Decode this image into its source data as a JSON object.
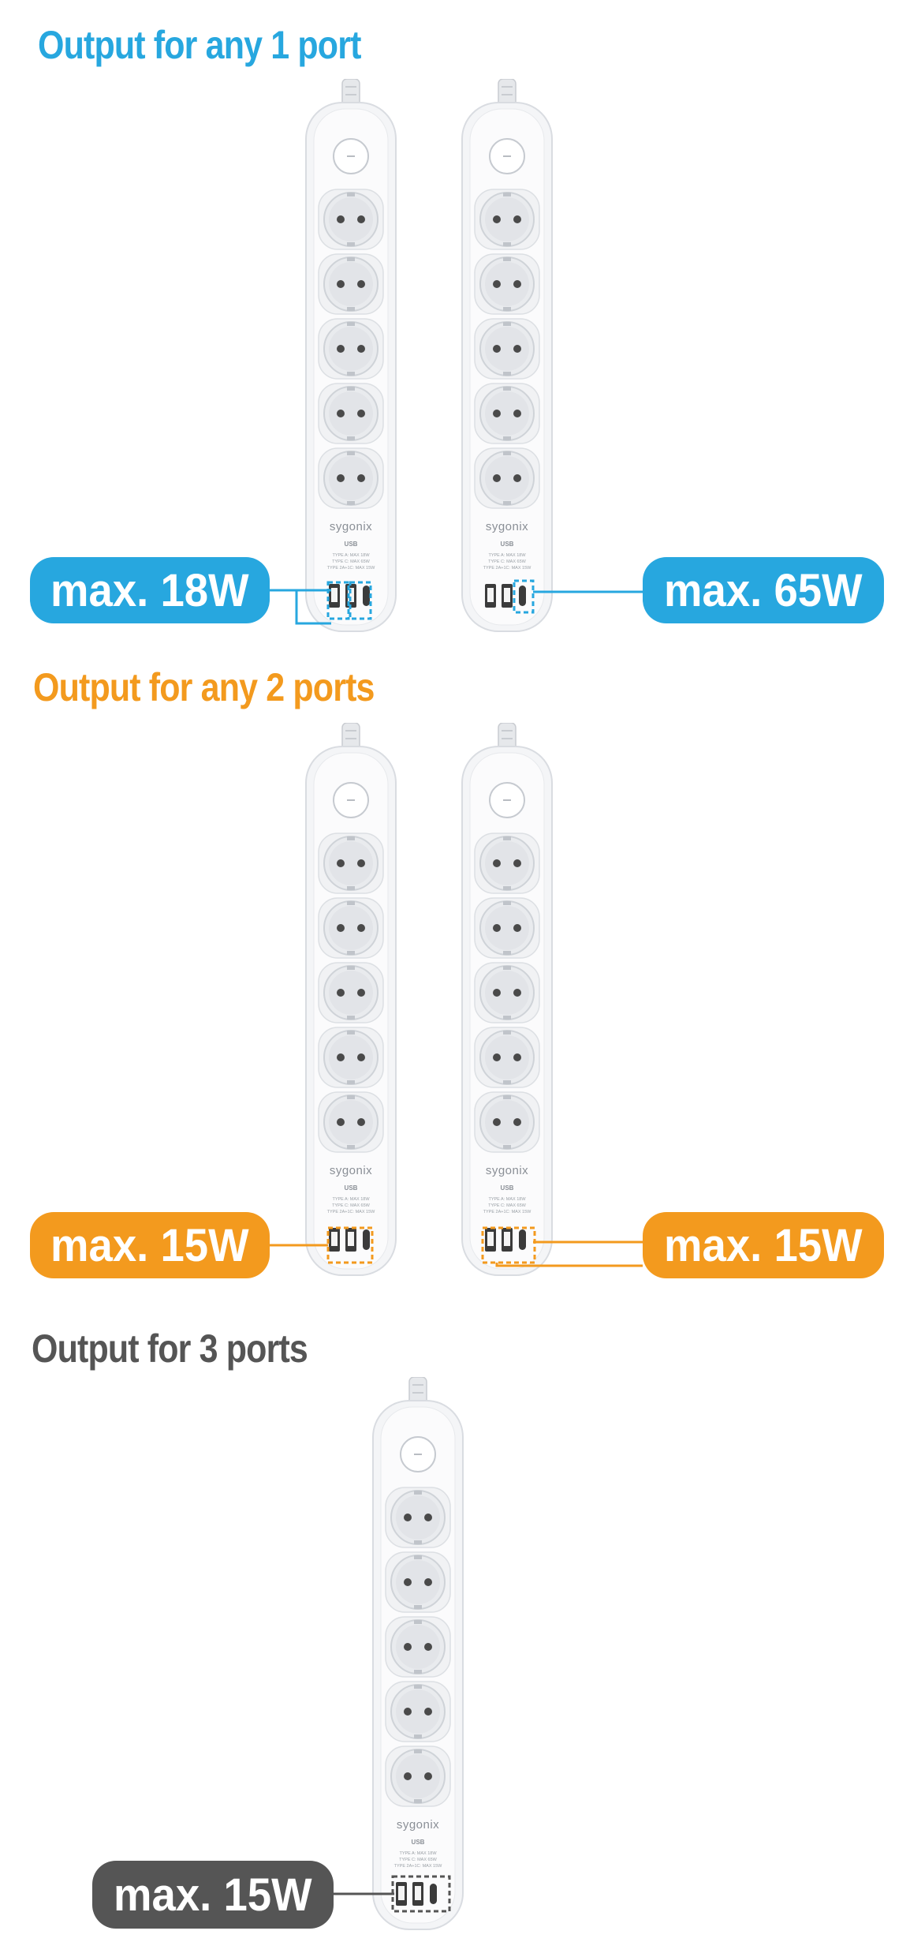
{
  "colors": {
    "blue": "#27a7df",
    "orange": "#f39a1e",
    "grey": "#555555",
    "strip_body": "#f4f5f7",
    "strip_edge": "#d9dce1",
    "socket": "#e9ebee",
    "socket_ring": "#cfd3d8",
    "usb_port": "#3b3b3b"
  },
  "sections": [
    {
      "heading": "Output for any 1 port",
      "callouts": [
        {
          "label": "max. 18W",
          "ports": "two USB-A ports"
        },
        {
          "label": "max. 65W",
          "ports": "USB-C port"
        }
      ]
    },
    {
      "heading": "Output for any 2 ports",
      "callouts": [
        {
          "label": "max. 15W",
          "ports": "two USB-A ports"
        },
        {
          "label": "max. 15W",
          "ports": "USB-A + USB-C ports"
        }
      ]
    },
    {
      "heading": "Output for 3 ports",
      "callouts": [
        {
          "label": "max. 15W",
          "ports": "all three ports"
        }
      ]
    }
  ],
  "product": {
    "brand": "sygonix",
    "usb_title": "USB",
    "spec_lines": [
      "TYPE A: MAX 18W",
      "TYPE C: MAX 65W",
      "TYPE 2A+1C: MAX 15W"
    ],
    "socket_count": 5
  }
}
